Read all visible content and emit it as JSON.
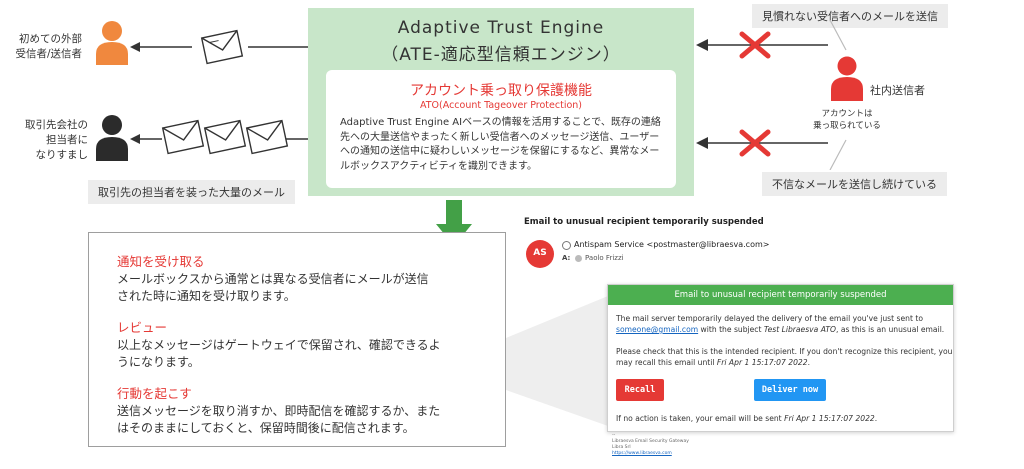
{
  "ate": {
    "title": "Adaptive Trust Engine",
    "subtitle": "（ATE-適応型信頼エンジン）",
    "ato": {
      "title": "アカウント乗っ取り保護機能",
      "subtitle": "ATO(Account Tageover Protection)",
      "body": "Adaptive Trust Engine AIベースの情報を活用することで、既存の連絡先への大量送信やまったく新しい受信者へのメッセージ送信、ユーザーへの通知の送信中に疑わしいメッセージを保留にするなど、異常なメールボックスアクティビティを識別できます。"
    }
  },
  "left": {
    "external_sender_label": [
      "初めての外部",
      "受信者/送信者"
    ],
    "impersonator_label": [
      "取引先会社の",
      "担当者に",
      "なりすまし"
    ],
    "mass_mail_caption": "取引先の担当者を装った大量のメール"
  },
  "right": {
    "unfamiliar_caption": "見慣れない受信者へのメールを送信",
    "internal_sender_label": "社内送信者",
    "hijacked_label": [
      "アカウントは",
      "乗っ取られている"
    ],
    "suspicious_caption": "不信なメールを送信し続けている"
  },
  "info": {
    "sections": [
      {
        "heading": "通知を受け取る",
        "lines": [
          "メールボックスから通常とは異なる受信者にメールが送信",
          "された時に通知を受け取ります。"
        ]
      },
      {
        "heading": "レビュー",
        "lines": [
          "以上なメッセージはゲートウェイで保留され、確認できるよ",
          "うになります。"
        ]
      },
      {
        "heading": "行動を起こす",
        "lines": [
          "送信メッセージを取り消すか、即時配信を確認するか、また",
          "はそのままにしておくと、保留時間後に配信されます。"
        ]
      }
    ]
  },
  "email": {
    "subject": "Email to unusual recipient temporarily suspended",
    "avatar_initials": "AS",
    "from": "Antispam Service <postmaster@libraesva.com>",
    "to_label": "A:",
    "to": "Paolo Frizzi",
    "card_header": "Email to unusual recipient temporarily suspended",
    "line1": "The mail server temporarily delayed the delivery of the email you've just sent to",
    "line2_link": "someone@gmail.com",
    "line2_a": " with the subject ",
    "line2_subject": "Test Libraesva ATO",
    "line2_b": ", as this is an unusual email.",
    "line3": "Please check that this is the intended recipient. If you don't recognize this recipient, you",
    "line4_a": "may recall this email until ",
    "line4_date": "Fri Apr 1 15:17:07 2022",
    "line4_b": ".",
    "recall_label": "Recall",
    "deliver_label": "Deliver now",
    "footer_a": "If no action is taken, your email will be sent ",
    "footer_date": "Fri Apr 1 15:17:07 2022",
    "footer_b": ".",
    "sig_sep": "--",
    "sig1": "Libraesva Email Security Gateway",
    "sig2": "Libra Srl",
    "sig3": "https://www.libraesva.com"
  },
  "colors": {
    "accent_red": "#e53935",
    "ate_green": "#c8e6c9",
    "arrow_green": "#43a047",
    "sender_orange": "#f0883e",
    "internal_red": "#e53935",
    "deliver_blue": "#2196f3"
  }
}
